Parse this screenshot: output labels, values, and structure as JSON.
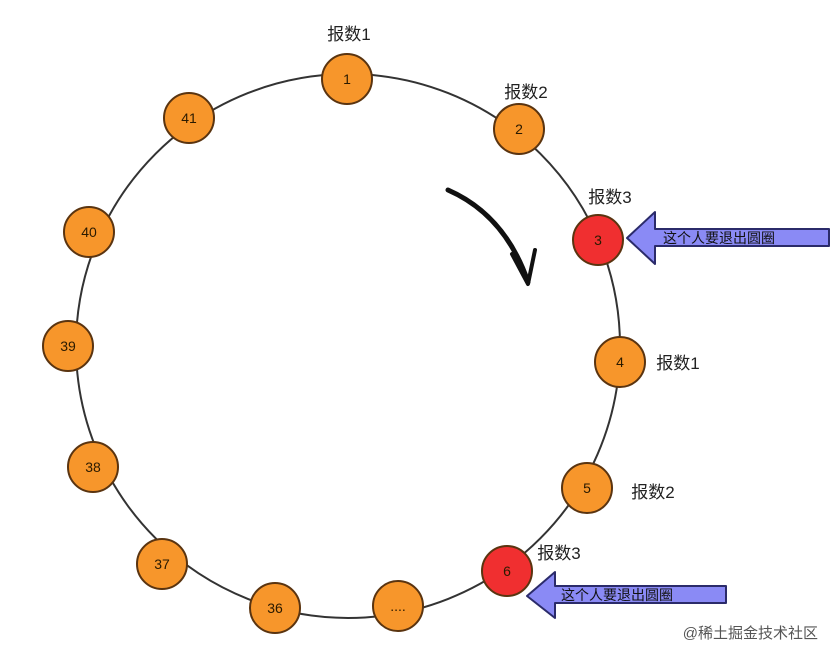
{
  "colors": {
    "node_fill": "#f7962b",
    "node_removed_fill": "#f02f30",
    "node_stroke": "#5a3410",
    "circle_stroke": "#333333",
    "arrow_fill": "#8a8af5",
    "arrow_stroke": "#2b2b6a"
  },
  "nodes": [
    {
      "label": "1",
      "status": "normal"
    },
    {
      "label": "2",
      "status": "normal"
    },
    {
      "label": "3",
      "status": "removed"
    },
    {
      "label": "4",
      "status": "normal"
    },
    {
      "label": "5",
      "status": "normal"
    },
    {
      "label": "6",
      "status": "removed"
    },
    {
      "label": "....",
      "status": "normal"
    },
    {
      "label": "36",
      "status": "normal"
    },
    {
      "label": "37",
      "status": "normal"
    },
    {
      "label": "38",
      "status": "normal"
    },
    {
      "label": "39",
      "status": "normal"
    },
    {
      "label": "40",
      "status": "normal"
    },
    {
      "label": "41",
      "status": "normal"
    }
  ],
  "count_labels": {
    "n1": "报数1",
    "n2": "报数2",
    "n3": "报数3",
    "n4": "报数1",
    "n5": "报数2",
    "n6": "报数3"
  },
  "exit_note": "这个人要退出圆圈",
  "watermark": "@稀土掘金技术社区",
  "direction_icon": "clockwise-arrow"
}
